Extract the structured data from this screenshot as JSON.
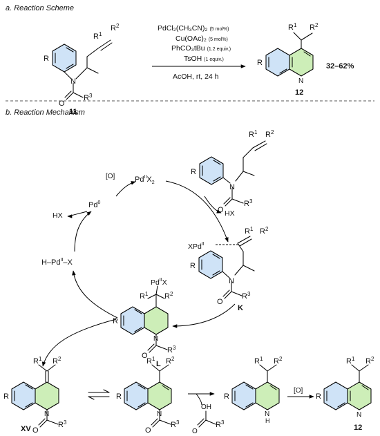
{
  "colors": {
    "blue_ring": "#cfe3f7",
    "green_ring": "#cdeeb8",
    "text": "#111111",
    "divider": "#555555"
  },
  "section_a": {
    "title": "a. Reaction Scheme",
    "substrate": {
      "label": "11",
      "r": "R",
      "r1": "R",
      "r1_sup": "1",
      "r2": "R",
      "r2_sup": "2",
      "r3": "R",
      "r3_sup": "3",
      "n": "N",
      "o": "O"
    },
    "conditions": [
      {
        "main": "PdCl₂(CH₃CN)₂",
        "note": "(5 mol%)"
      },
      {
        "main": "Cu(OAc)₂",
        "note": "(5 mol%)"
      },
      {
        "main": "PhCO₃tBu",
        "note": "(1.2 equiv.)"
      },
      {
        "main": "TsOH",
        "note": "(1 equiv.)"
      }
    ],
    "solvent": "AcOH, rt, 24 h",
    "product": {
      "label": "12",
      "r": "R",
      "r1": "R",
      "r1_sup": "1",
      "r2": "R",
      "r2_sup": "2",
      "n": "N"
    },
    "yield": "32–62%"
  },
  "section_b": {
    "title": "b. Reaction Mechanism",
    "cycle": {
      "ox": "[O]",
      "pd2": "Pd",
      "pd2_sup": "II",
      "pd2_x": "X",
      "pd2_sub": "2",
      "pd0": "Pd",
      "pd0_sup": "0",
      "hx_left": "HX",
      "hx_right": "HX",
      "hpdx_pre": "H–Pd",
      "hpdx_sup": "II",
      "hpdx_post": "–X"
    },
    "int_k": {
      "label": "K",
      "xpd": "XPd",
      "xpd_sup": "II"
    },
    "int_l": {
      "label": "L",
      "pdx": "Pd",
      "pdx_sup": "II",
      "pdx_x": "X"
    },
    "int_xv": {
      "label": "XV"
    },
    "acid": {
      "oh": "OH",
      "r3": "R",
      "r3_sup": "3",
      "o": "O"
    },
    "nh": "H",
    "final_ox": "[O]",
    "final_label": "12"
  }
}
